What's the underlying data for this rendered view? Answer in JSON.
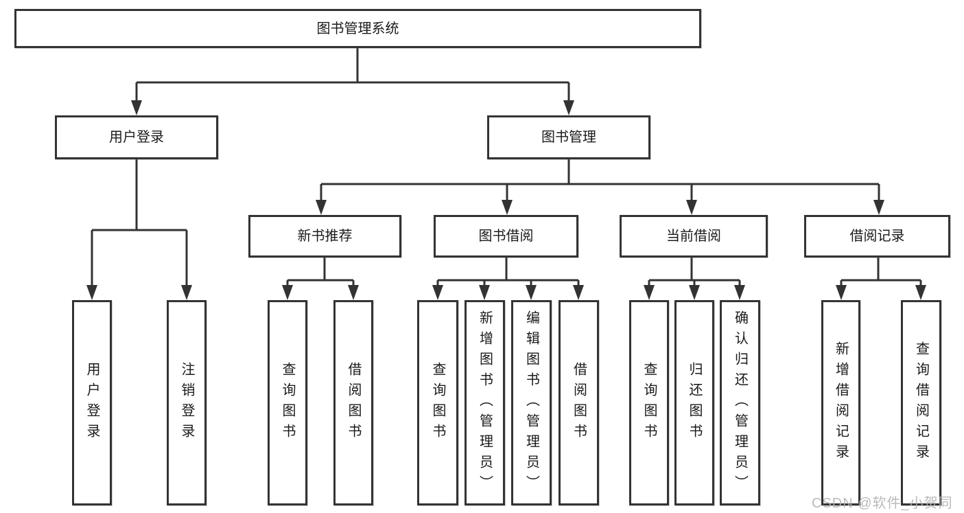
{
  "diagram": {
    "root": {
      "label": "图书管理系统"
    },
    "level2": [
      {
        "label": "用户登录",
        "children": [
          {
            "label": "用户登录"
          },
          {
            "label": "注销登录"
          }
        ]
      },
      {
        "label": "图书管理",
        "children": [
          {
            "label": "新书推荐",
            "children": [
              {
                "label": "查询图书"
              },
              {
                "label": "借阅图书"
              }
            ]
          },
          {
            "label": "图书借阅",
            "children": [
              {
                "label": "查询图书"
              },
              {
                "label": "新增图书（管理员）"
              },
              {
                "label": "编辑图书（管理员）"
              },
              {
                "label": "借阅图书"
              }
            ]
          },
          {
            "label": "当前借阅",
            "children": [
              {
                "label": "查询图书"
              },
              {
                "label": "归还图书"
              },
              {
                "label": "确认归还（管理员）"
              }
            ]
          },
          {
            "label": "借阅记录",
            "children": [
              {
                "label": "新增借阅记录"
              },
              {
                "label": "查询借阅记录"
              }
            ]
          }
        ]
      }
    ]
  },
  "watermark": {
    "text": "CSDN @软件_小贺同学"
  },
  "colors": {
    "line": "#333333",
    "box_border": "#333333",
    "box_fill": "#ffffff",
    "text": "#1a1a1a",
    "watermark": "#b3b3b3"
  }
}
